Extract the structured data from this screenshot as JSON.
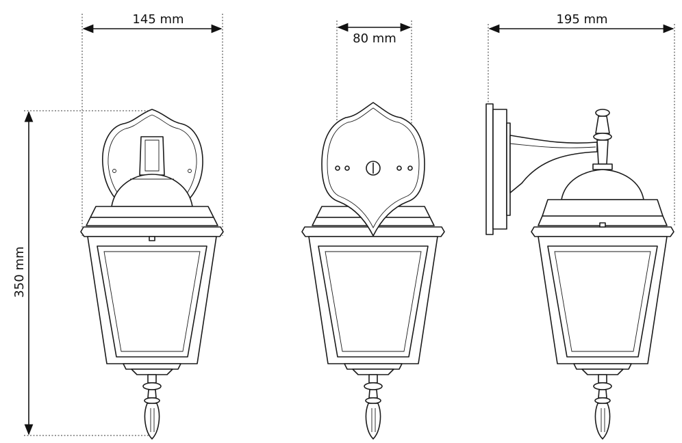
{
  "dimensions": {
    "front_width": "145 mm",
    "backplate_mount": "80 mm",
    "projection_depth": "195 mm",
    "height": "350 mm"
  },
  "views": [
    "front",
    "back",
    "side"
  ],
  "colors": {
    "line": "#1a1a1a",
    "background": "#ffffff"
  }
}
